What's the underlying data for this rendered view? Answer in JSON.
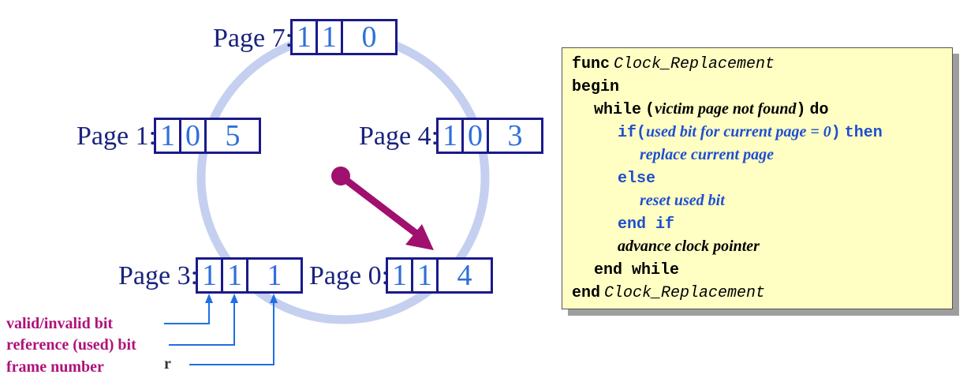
{
  "pages": [
    {
      "label": "Page 7:",
      "valid": "1",
      "used": "1",
      "frame": "0"
    },
    {
      "label": "Page 1:",
      "valid": "1",
      "used": "0",
      "frame": "5"
    },
    {
      "label": "Page 4:",
      "valid": "1",
      "used": "0",
      "frame": "3"
    },
    {
      "label": "Page 3:",
      "valid": "1",
      "used": "1",
      "frame": "1"
    },
    {
      "label": "Page 0:",
      "valid": "1",
      "used": "1",
      "frame": "4"
    }
  ],
  "legend": {
    "valid_bit": "valid/invalid bit",
    "used_bit": "reference (used) bit",
    "frame_number": "frame number",
    "stray_glyph": "r"
  },
  "code": {
    "l1_kw": "func",
    "l1_name": "Clock_Replacement",
    "l2_kw": "begin",
    "l3_kw": "while",
    "l3_open": "(",
    "l3_cond": "victim page not found",
    "l3_close": ")",
    "l3_do": "do",
    "l4_if": "if",
    "l4_open": "(",
    "l4_cond": "used bit for current page = 0",
    "l4_close": ")",
    "l4_then": "then",
    "l5_stmt": "replace current page",
    "l6_else": "else",
    "l7_stmt": "reset used bit",
    "l8_endif": "end if",
    "l9_stmt": "advance clock pointer",
    "l10_endwhile": "end while",
    "l11_kw": "end",
    "l11_name": "Clock_Replacement"
  },
  "colors": {
    "circle": "#c5cff0",
    "hand": "#a0106e",
    "box_border": "#1a1a8c",
    "bit_text": "#2f6fdb",
    "label_text": "#1a237e",
    "legend_text": "#b0127a",
    "legend_arrow": "#1f6fe5",
    "code_bg": "#ffffc4",
    "code_blue": "#1f4fcf"
  }
}
